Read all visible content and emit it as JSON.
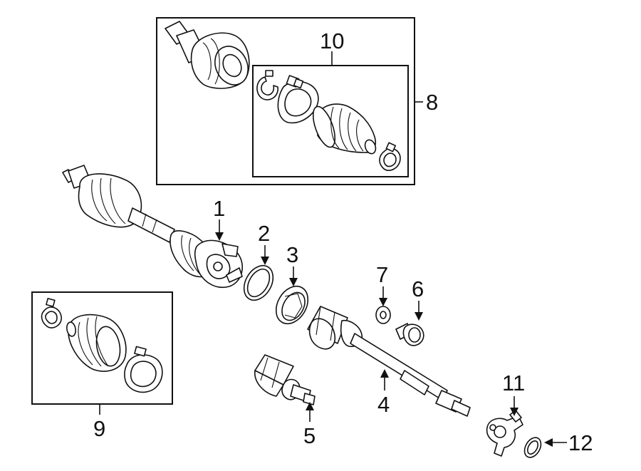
{
  "callouts": {
    "c1": "1",
    "c2": "2",
    "c3": "3",
    "c4": "4",
    "c5": "5",
    "c6": "6",
    "c7": "7",
    "c8": "8",
    "c9": "9",
    "c10": "10",
    "c11": "11",
    "c12": "12"
  },
  "icons": [
    "axle-shaft-icon",
    "outer-joint-icon",
    "boot-kit-icon",
    "snap-ring-icon",
    "clamp-icon",
    "bolt-icon",
    "washer-icon",
    "spider-joint-icon"
  ]
}
